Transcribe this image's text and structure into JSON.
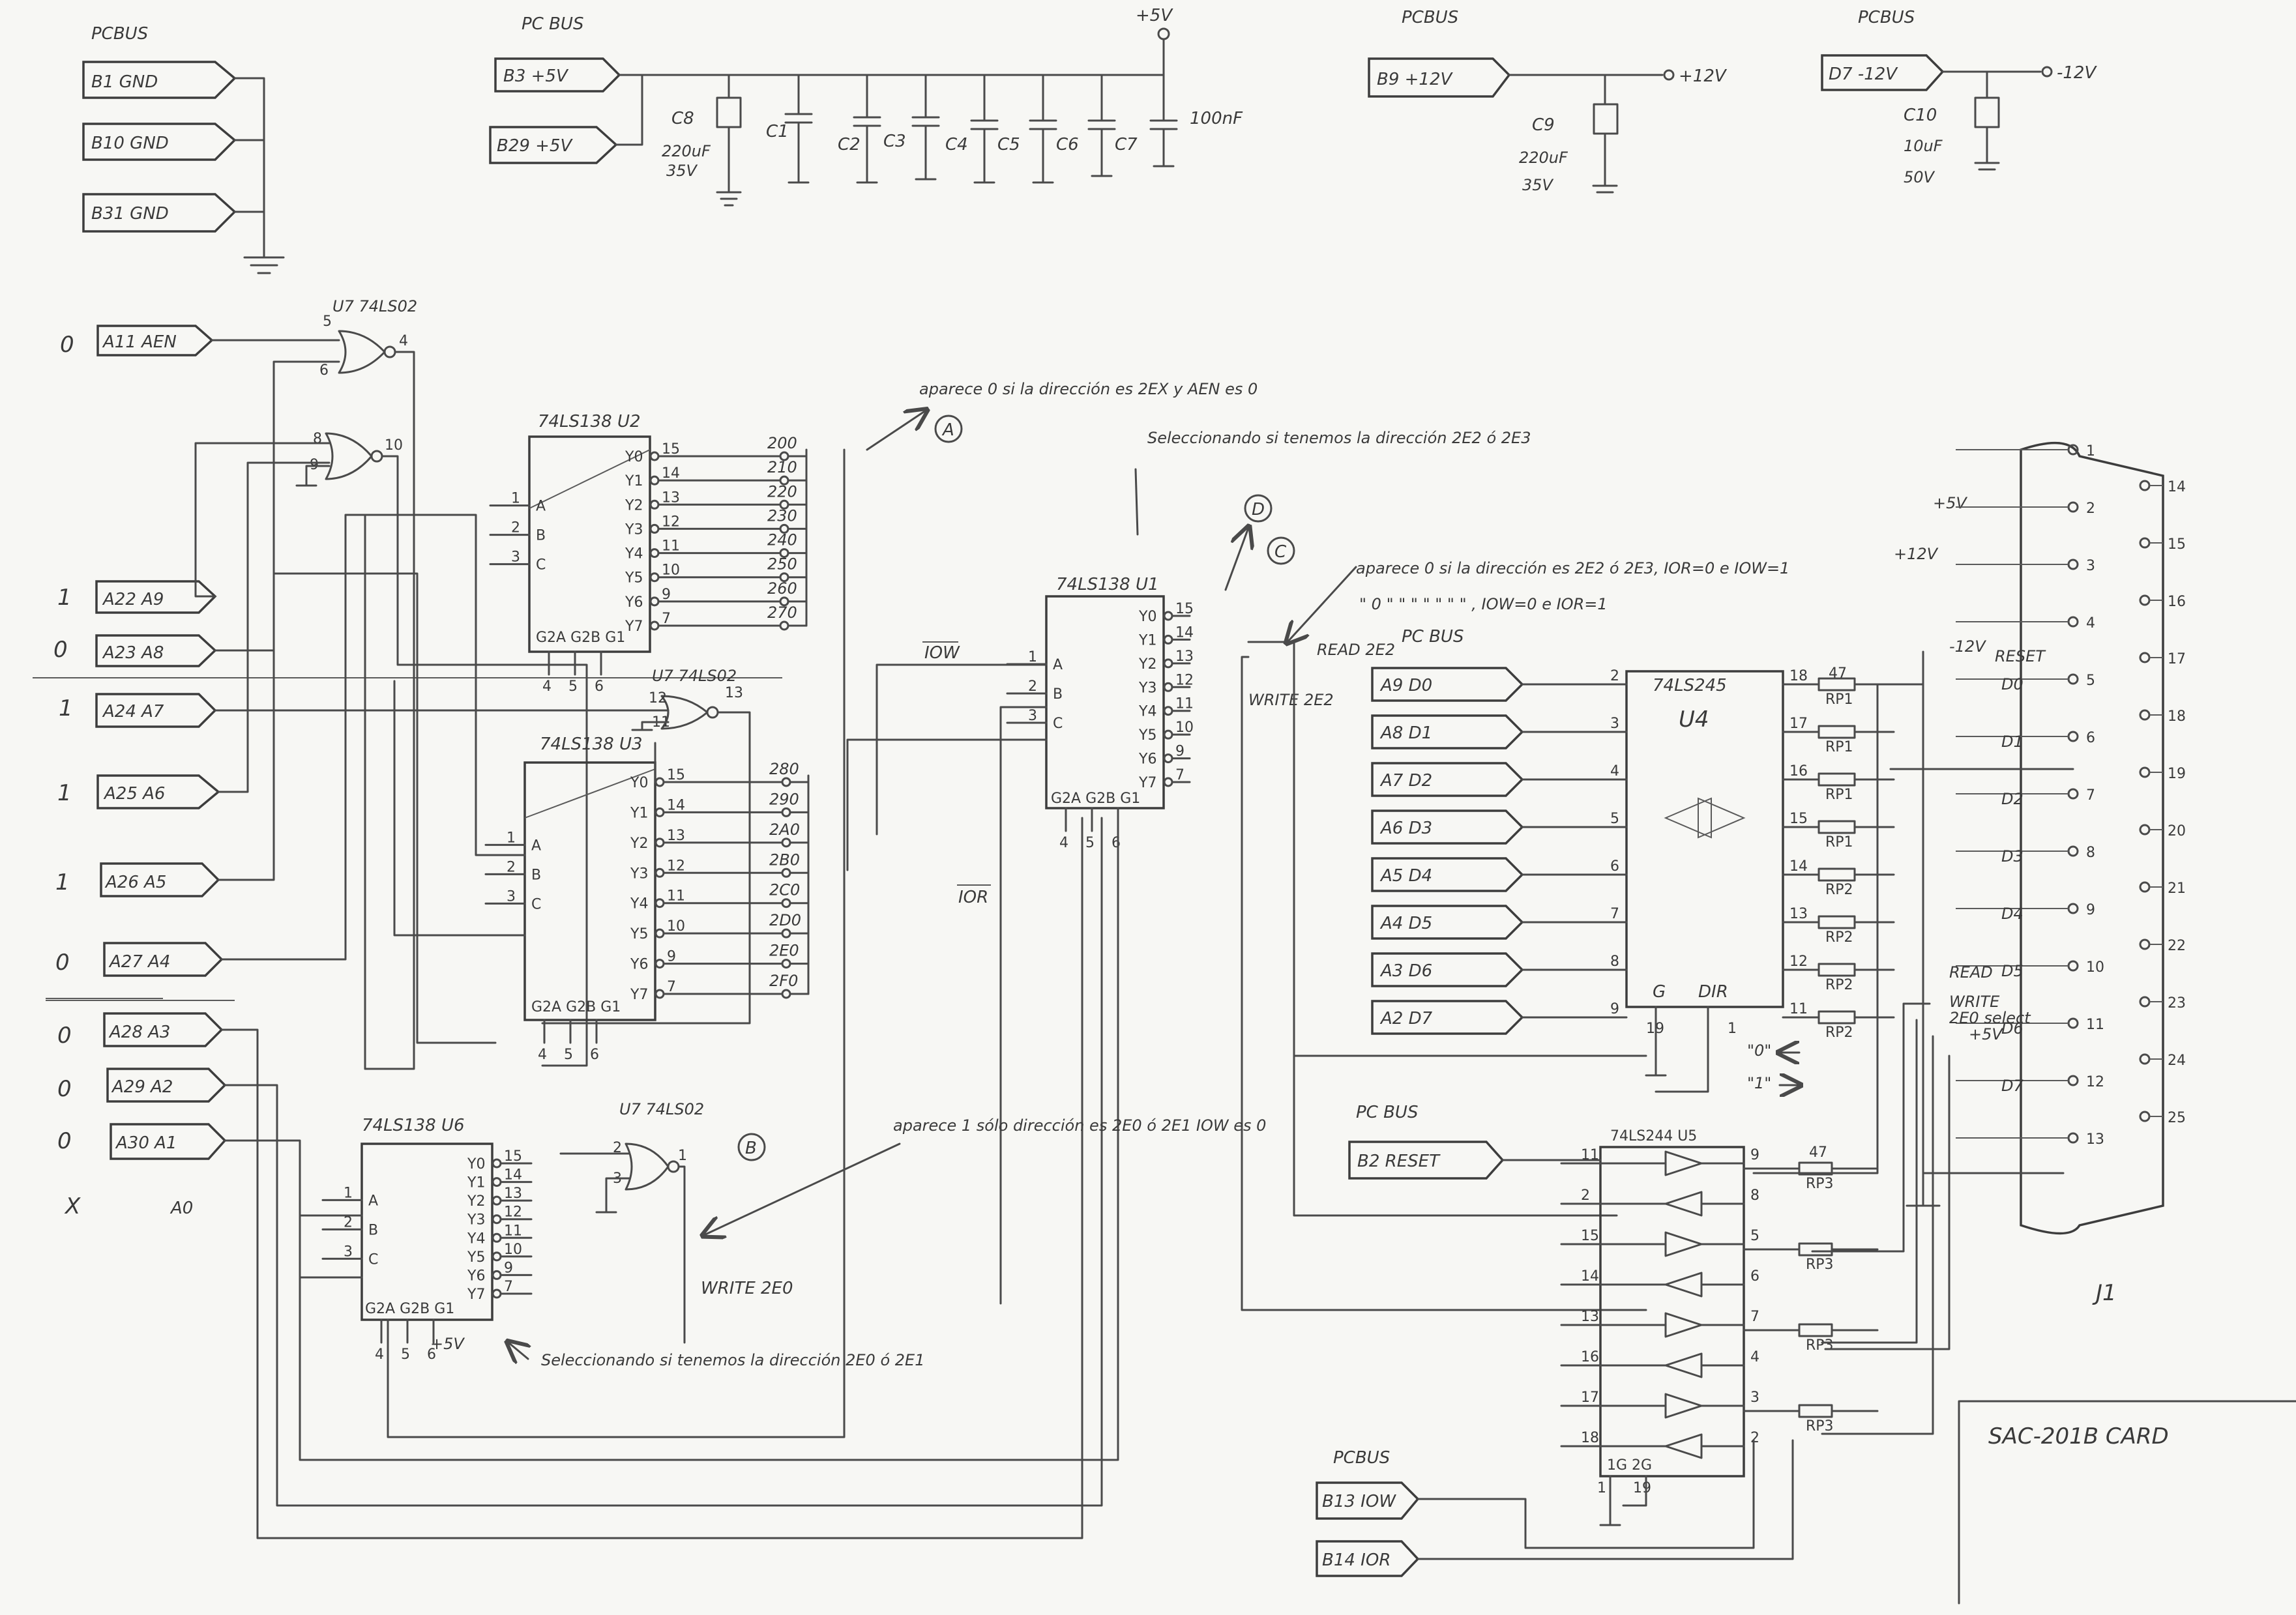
{
  "power": {
    "gnd_title": "PCBUS",
    "gnd_pins": [
      "B1 GND",
      "B10 GND",
      "B31 GND"
    ],
    "p5_title": "PC BUS",
    "p5_pins": [
      "B3 +5V",
      "B29 +5V"
    ],
    "p5_rail": "+5V",
    "caps": [
      "C1",
      "C2",
      "C3",
      "C4",
      "C5",
      "C6",
      "C7"
    ],
    "c8": [
      "C8",
      "220uF",
      "35V"
    ],
    "cap_value": "100nF",
    "p12_title": "PCBUS",
    "p12_pin": "B9 +12V",
    "p12_out": "+12V",
    "c9": [
      "C9",
      "220uF",
      "35V"
    ],
    "m12_title": "PCBUS",
    "m12_pin": "D7 -12V",
    "m12_out": "-12V",
    "c10": [
      "C10",
      "10uF",
      "50V"
    ]
  },
  "address_pins": [
    {
      "state": "0",
      "label": "A11 AEN"
    },
    {
      "state": "1",
      "label": "A22 A9"
    },
    {
      "state": "0",
      "label": "A23 A8"
    },
    {
      "state": "1",
      "label": "A24 A7"
    },
    {
      "state": "1",
      "label": "A25 A6"
    },
    {
      "state": "1",
      "label": "A26 A5"
    },
    {
      "state": "0",
      "label": "A27 A4"
    },
    {
      "state": "0",
      "label": "A28 A3"
    },
    {
      "state": "0",
      "label": "A29 A2"
    },
    {
      "state": "0",
      "label": "A30 A1"
    },
    {
      "state": "X",
      "label": "A0"
    }
  ],
  "gates": {
    "g1": "U7 74LS02",
    "g2": "U7 74LS02",
    "g3": "U7 74LS02",
    "g1_pins": [
      "5",
      "6",
      "4"
    ],
    "g2_pins": [
      "8",
      "9",
      "10"
    ],
    "g3_pins": [
      "12",
      "11",
      "13"
    ],
    "g4_pins": [
      "2",
      "3",
      "1"
    ]
  },
  "u2": {
    "name": "74LS138 U2",
    "inputs": [
      "A",
      "B",
      "C"
    ],
    "in_pins": [
      "1",
      "2",
      "3"
    ],
    "outputs": [
      "Y0",
      "Y1",
      "Y2",
      "Y3",
      "Y4",
      "Y5",
      "Y6",
      "Y7"
    ],
    "out_pins": [
      "15",
      "14",
      "13",
      "12",
      "11",
      "10",
      "9",
      "7"
    ],
    "enables": "G2A G2B G1",
    "en_pins": [
      "4",
      "5",
      "6"
    ],
    "addresses": [
      "200",
      "210",
      "220",
      "230",
      "240",
      "250",
      "260",
      "270"
    ]
  },
  "u3": {
    "name": "74LS138 U3",
    "inputs": [
      "A",
      "B",
      "C"
    ],
    "in_pins": [
      "1",
      "2",
      "3"
    ],
    "outputs": [
      "Y0",
      "Y1",
      "Y2",
      "Y3",
      "Y4",
      "Y5",
      "Y6",
      "Y7"
    ],
    "out_pins": [
      "15",
      "14",
      "13",
      "12",
      "11",
      "10",
      "9",
      "7"
    ],
    "enables": "G2A G2B G1",
    "en_pins": [
      "4",
      "5",
      "6"
    ],
    "addresses": [
      "280",
      "290",
      "2A0",
      "2B0",
      "2C0",
      "2D0",
      "2E0",
      "2F0"
    ]
  },
  "u6": {
    "name": "74LS138 U6",
    "inputs": [
      "A",
      "B",
      "C"
    ],
    "in_pins": [
      "1",
      "2",
      "3"
    ],
    "outputs": [
      "Y0",
      "Y1",
      "Y2",
      "Y3",
      "Y4",
      "Y5",
      "Y6",
      "Y7"
    ],
    "out_pins": [
      "15",
      "14",
      "13",
      "12",
      "11",
      "10",
      "9",
      "7"
    ],
    "enables": "G2A G2B G1",
    "en_pins": [
      "4",
      "5",
      "6"
    ],
    "supply": "+5V",
    "write_label": "WRITE 2E0"
  },
  "u1": {
    "name": "74LS138 U1",
    "inputs": [
      "A",
      "B",
      "C"
    ],
    "in_pins": [
      "1",
      "2",
      "3"
    ],
    "outputs": [
      "Y0",
      "Y1",
      "Y2",
      "Y3",
      "Y4",
      "Y5",
      "Y6",
      "Y7"
    ],
    "out_pins": [
      "15",
      "14",
      "13",
      "12",
      "11",
      "10",
      "9",
      "7"
    ],
    "enables": "G2A G2B G1",
    "en_pins": [
      "4",
      "5",
      "6"
    ],
    "iow": "IOW",
    "ior": "IOR",
    "read": "READ 2E2",
    "write": "WRITE 2E2"
  },
  "u4": {
    "title": "PC BUS",
    "name": "74LS245",
    "ref": "U4",
    "bus_pins": [
      "A9 D0",
      "A8 D1",
      "A7 D2",
      "A6 D3",
      "A5 D4",
      "A4 D5",
      "A3 D6",
      "A2 D7"
    ],
    "a_pins": [
      "2",
      "3",
      "4",
      "5",
      "6",
      "7",
      "8",
      "9"
    ],
    "b_pins": [
      "18",
      "17",
      "16",
      "15",
      "14",
      "13",
      "12",
      "11"
    ],
    "res": [
      "47",
      "RP1",
      "RP1",
      "RP1",
      "RP1",
      "RP2",
      "RP2",
      "RP2",
      "RP2"
    ],
    "g": "G",
    "dir": "DIR",
    "g_pin": "19",
    "dir_pin": "1",
    "dir0": "\"0\"",
    "dir1": "\"1\""
  },
  "u5": {
    "title": "PC BUS",
    "name": "74LS244 U5",
    "reset": "B2 RESET",
    "left_pins": [
      "11",
      "2",
      "15",
      "14",
      "13",
      "16",
      "17",
      "18"
    ],
    "right_pins": [
      "9",
      "8",
      "5",
      "6",
      "7",
      "4",
      "3",
      "2"
    ],
    "res": [
      "47",
      "RP3",
      "RP3",
      "RP3",
      "RP3"
    ],
    "enables": "1G 2G",
    "en_pins": [
      "1",
      "19"
    ],
    "bus_title": "PCBUS",
    "bus_pins": [
      "B13 IOW",
      "B14 IOR"
    ]
  },
  "connector": {
    "name": "J1",
    "supply": "+5V",
    "supply12": "+12V",
    "top_pins": [
      "1",
      "2",
      "3",
      "4",
      "5",
      "6",
      "7",
      "8",
      "9",
      "10",
      "11",
      "12",
      "13"
    ],
    "bottom_pins": [
      "14",
      "15",
      "16",
      "17",
      "18",
      "19",
      "20",
      "21",
      "22",
      "23",
      "24",
      "25"
    ],
    "signals": [
      "-12V",
      "RESET",
      "D0",
      "D1",
      "D2",
      "D3",
      "D4",
      "D5",
      "D6",
      "D7",
      "READ",
      "WRITE",
      "2E0 select",
      "+5V"
    ]
  },
  "notes": {
    "a": "aparece 0 si la dirección es 2EX y AEN es 0",
    "b": "aparece 1 sólo dirección es 2E0 ó 2E1 IOW es 0",
    "c": "aparece 0 si la dirección es 2E2 ó 2E3, IOR=0 e IOW=1",
    "c2": "\" 0 \" \" \" \" \" \" \" , IOW=0 e IOR=1",
    "d": "Seleccionando si tenemos la dirección 2E2 ó 2E3",
    "u6": "Seleccionando si tenemos la dirección 2E0 ó 2E1",
    "markers": [
      "A",
      "B",
      "C",
      "D"
    ]
  },
  "title": "SAC-201B CARD"
}
